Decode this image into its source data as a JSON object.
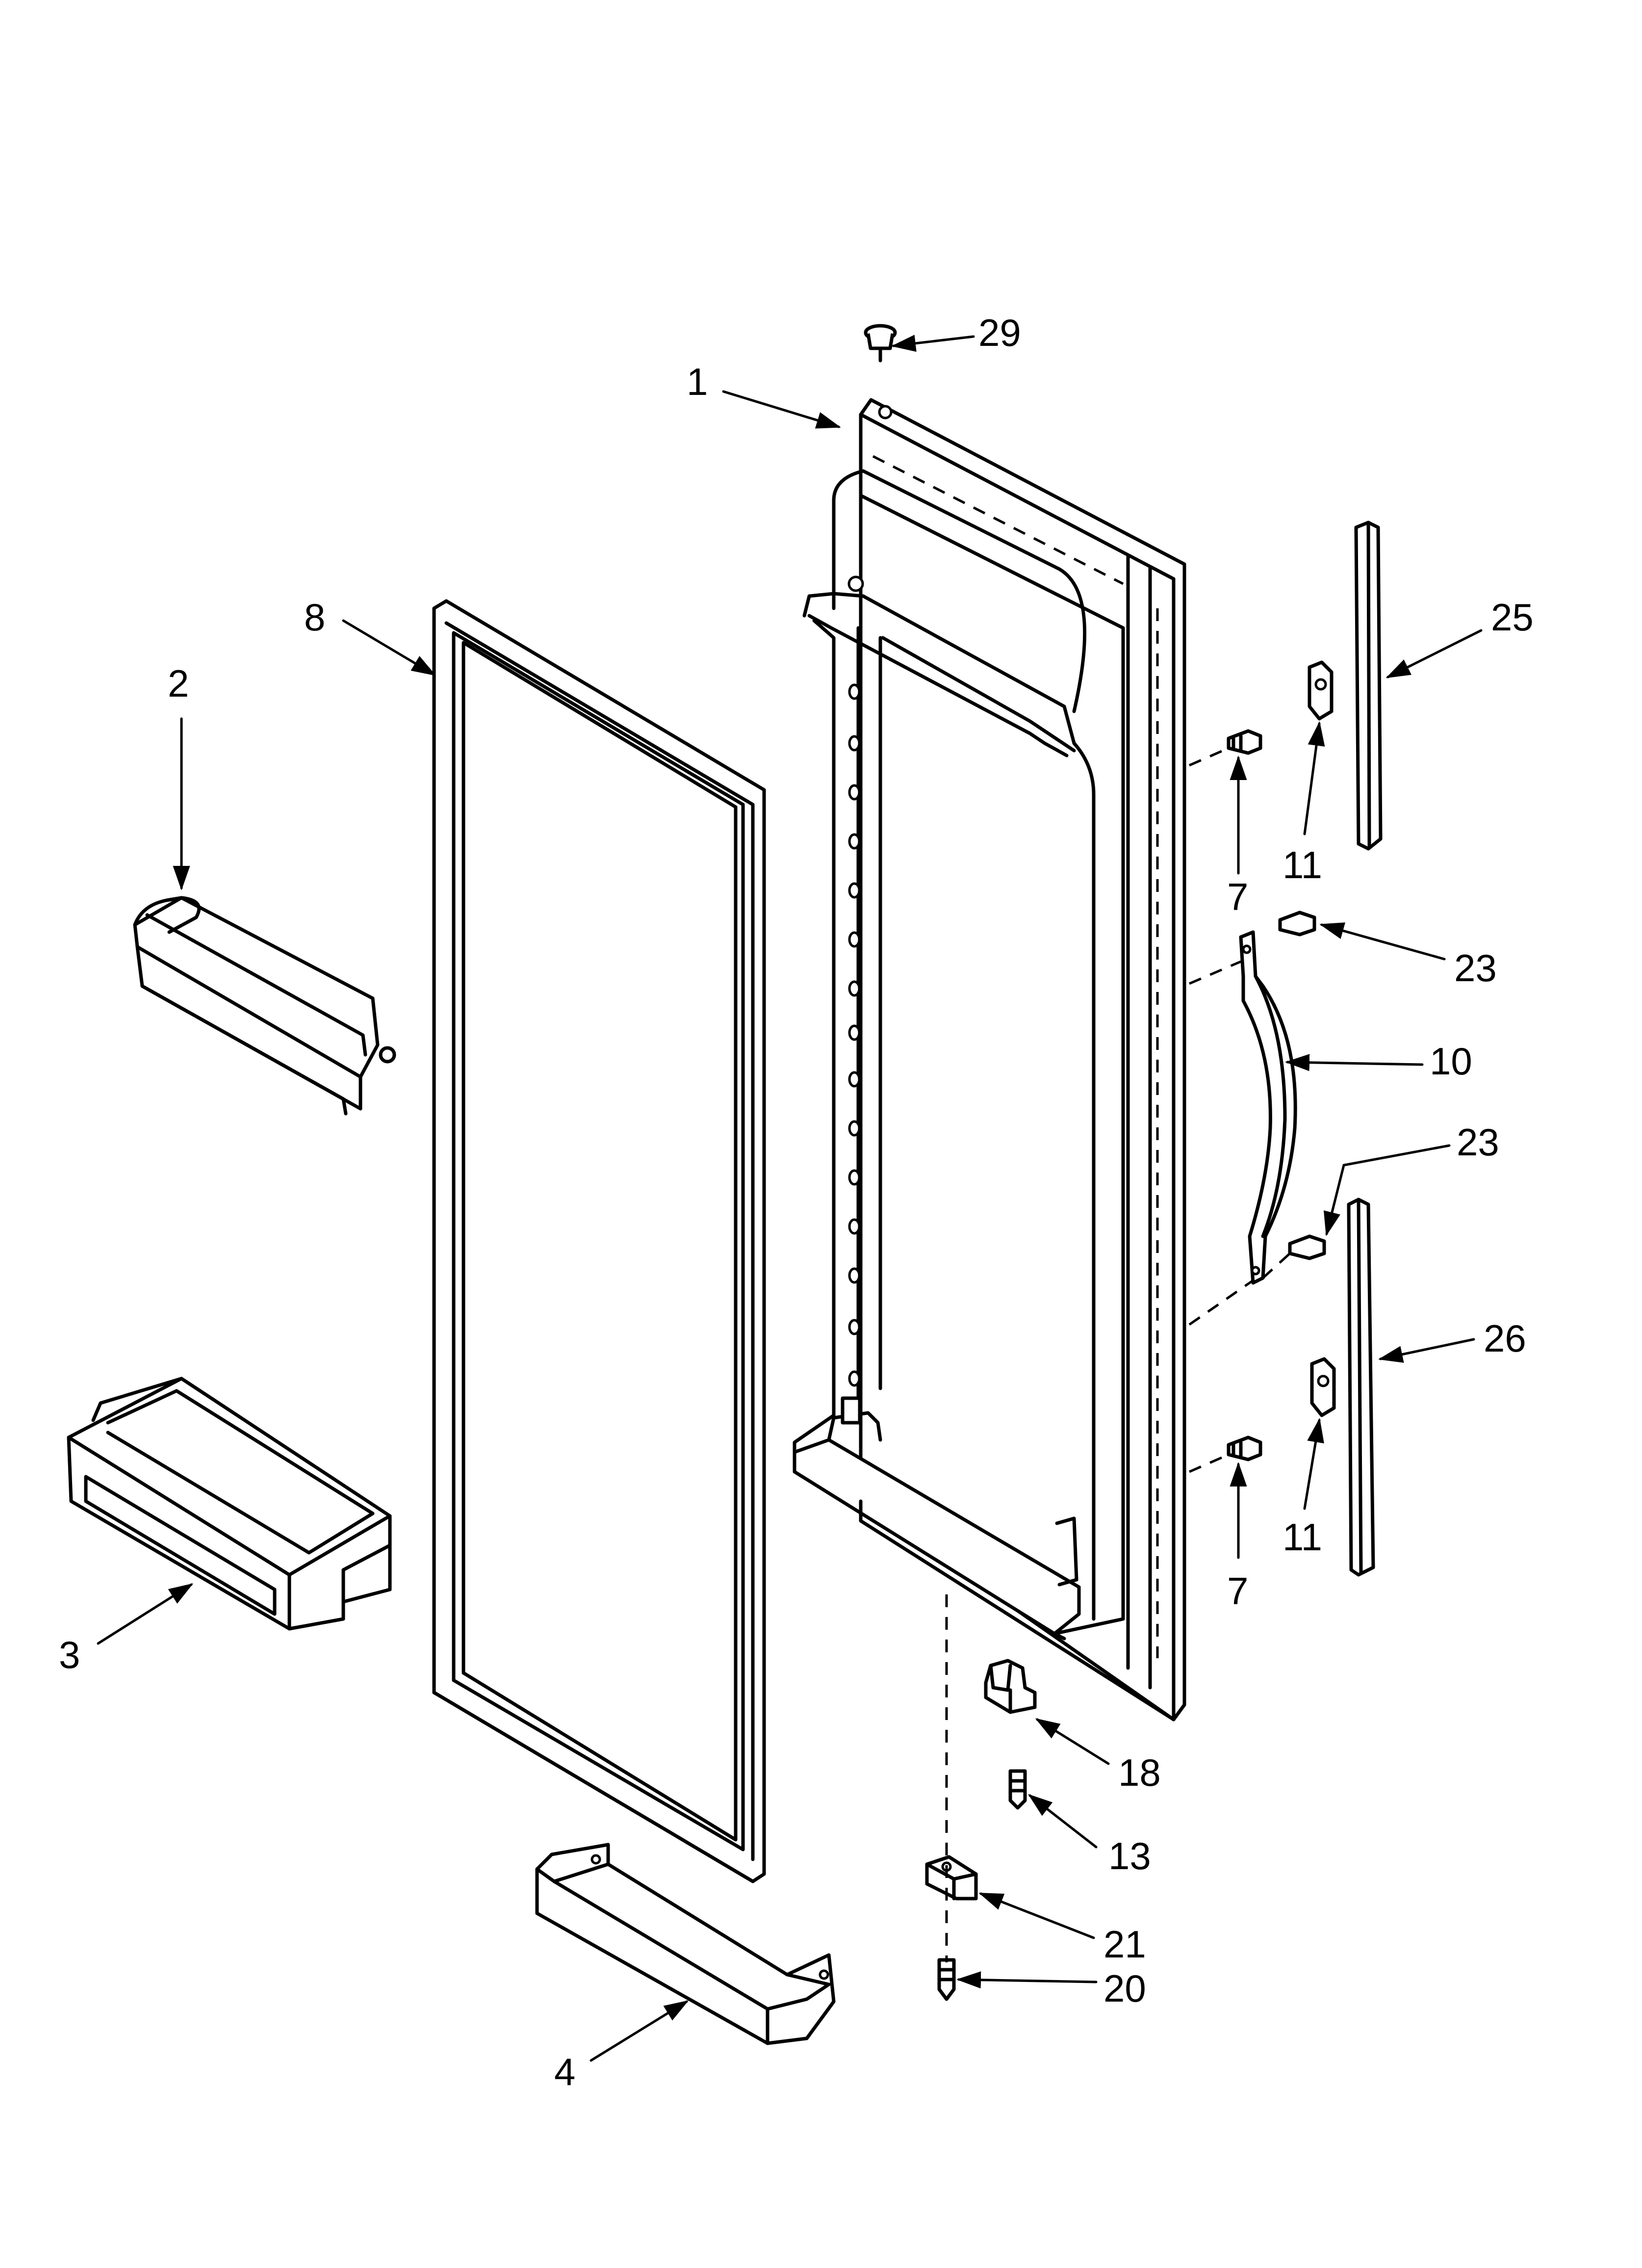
{
  "callouts": [
    {
      "id": "c29",
      "label": "29"
    },
    {
      "id": "c1",
      "label": "1"
    },
    {
      "id": "c8",
      "label": "8"
    },
    {
      "id": "c2",
      "label": "2"
    },
    {
      "id": "c25",
      "label": "25"
    },
    {
      "id": "c11a",
      "label": "11"
    },
    {
      "id": "c7a",
      "label": "7"
    },
    {
      "id": "c23a",
      "label": "23"
    },
    {
      "id": "c10",
      "label": "10"
    },
    {
      "id": "c23b",
      "label": "23"
    },
    {
      "id": "c26",
      "label": "26"
    },
    {
      "id": "c11b",
      "label": "11"
    },
    {
      "id": "c7b",
      "label": "7"
    },
    {
      "id": "c3",
      "label": "3"
    },
    {
      "id": "c18",
      "label": "18"
    },
    {
      "id": "c13",
      "label": "13"
    },
    {
      "id": "c21",
      "label": "21"
    },
    {
      "id": "c20",
      "label": "20"
    },
    {
      "id": "c4",
      "label": "4"
    }
  ]
}
